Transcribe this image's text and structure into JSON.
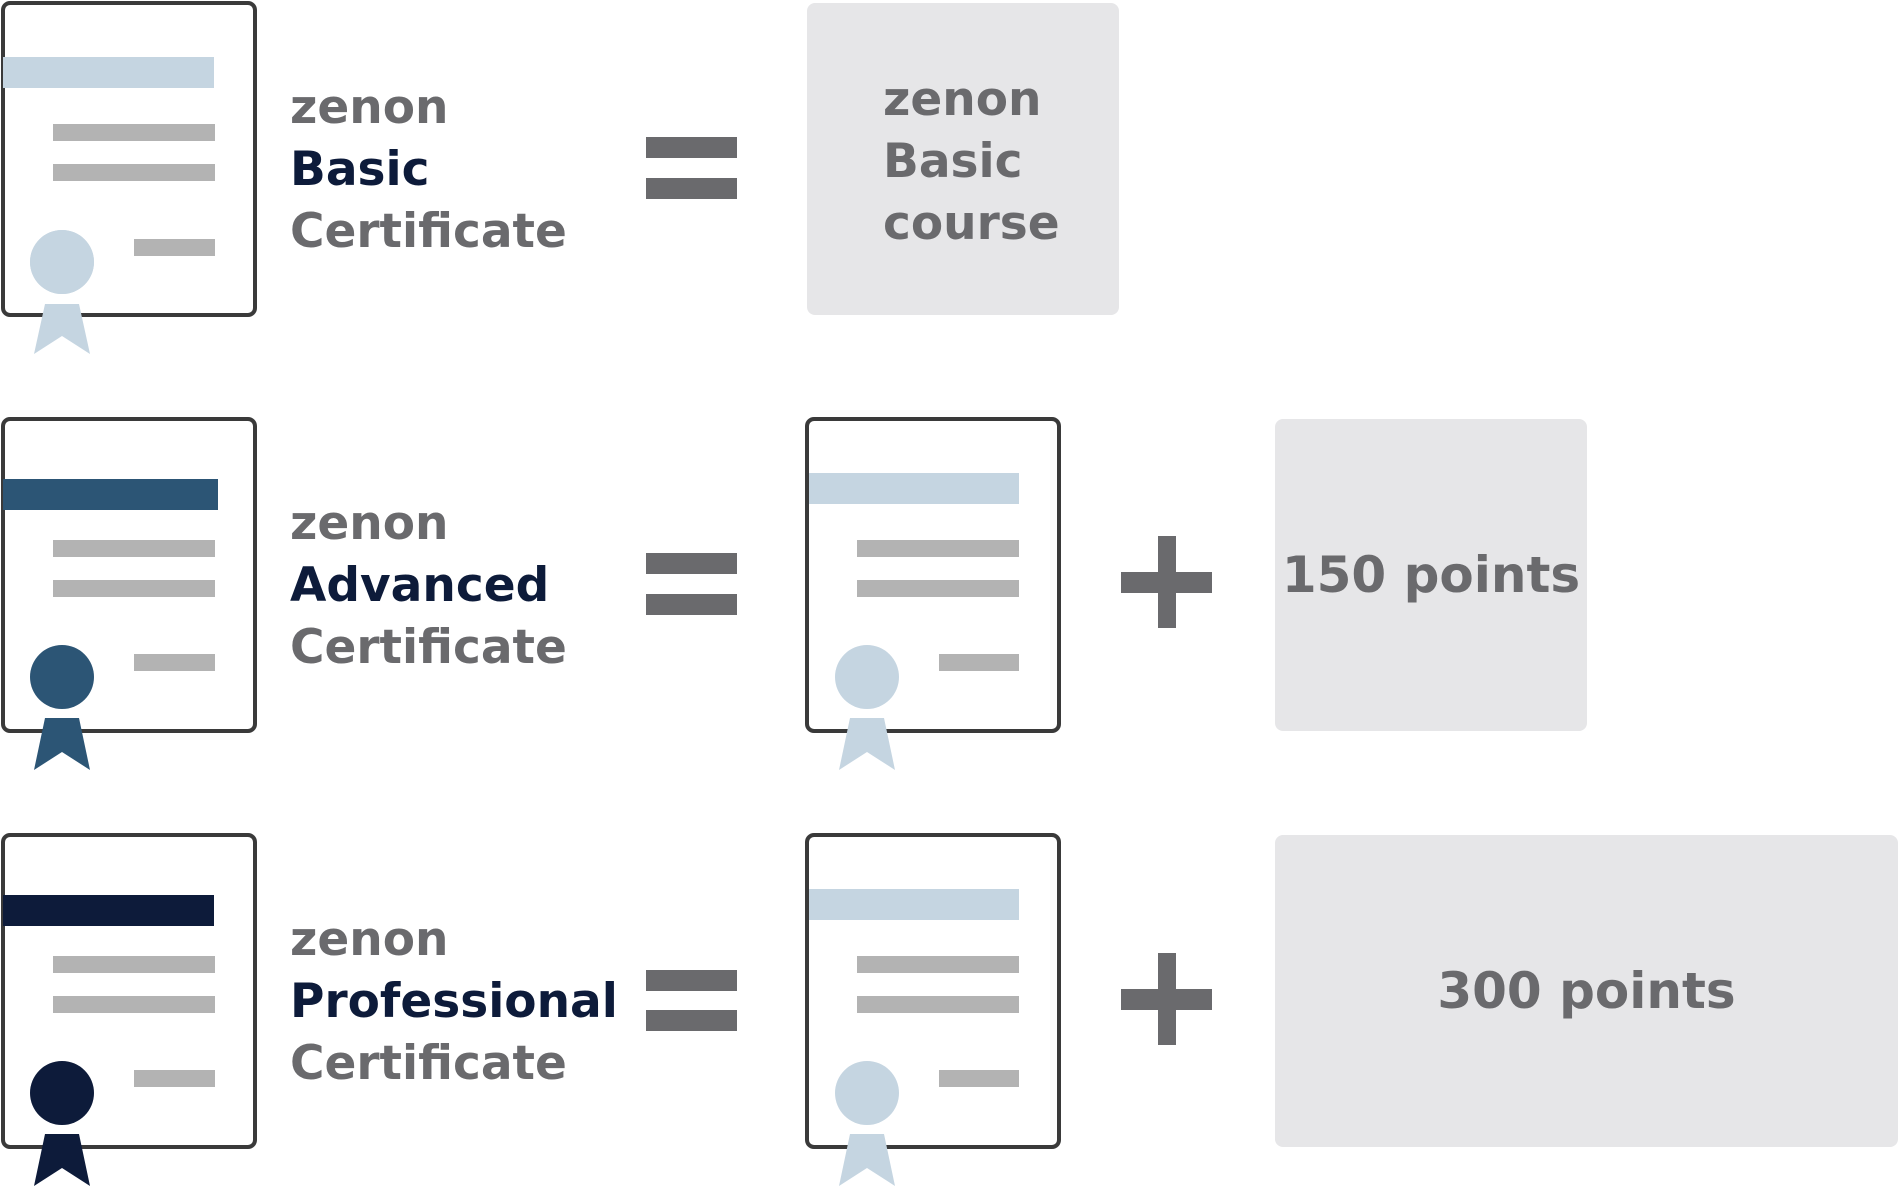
{
  "rows": [
    {
      "id": "basic",
      "label_line1": "zenon",
      "label_line2": "Basic",
      "label_line3": "Certificate",
      "accent_color": "#c5d5e1"
    },
    {
      "id": "advanced",
      "label_line1": "zenon",
      "label_line2": "Advanced",
      "label_line3": "Certificate",
      "accent_color": "#2c5575"
    },
    {
      "id": "professional",
      "label_line1": "zenon",
      "label_line2": "Professional",
      "label_line3": "Certificate",
      "accent_color": "#0d1b3a"
    }
  ],
  "basic_course_box": {
    "line1": "zenon",
    "line2": "Basic",
    "line3": "course"
  },
  "points_boxes": {
    "advanced": "150 points",
    "professional": "300 points"
  },
  "colors": {
    "frame": "#3a3a3a",
    "grey_lines": "#b3b3b3",
    "light_blue": "#c5d5e1",
    "operator": "#6a6a6d",
    "box_fill": "#e6e6e8"
  }
}
